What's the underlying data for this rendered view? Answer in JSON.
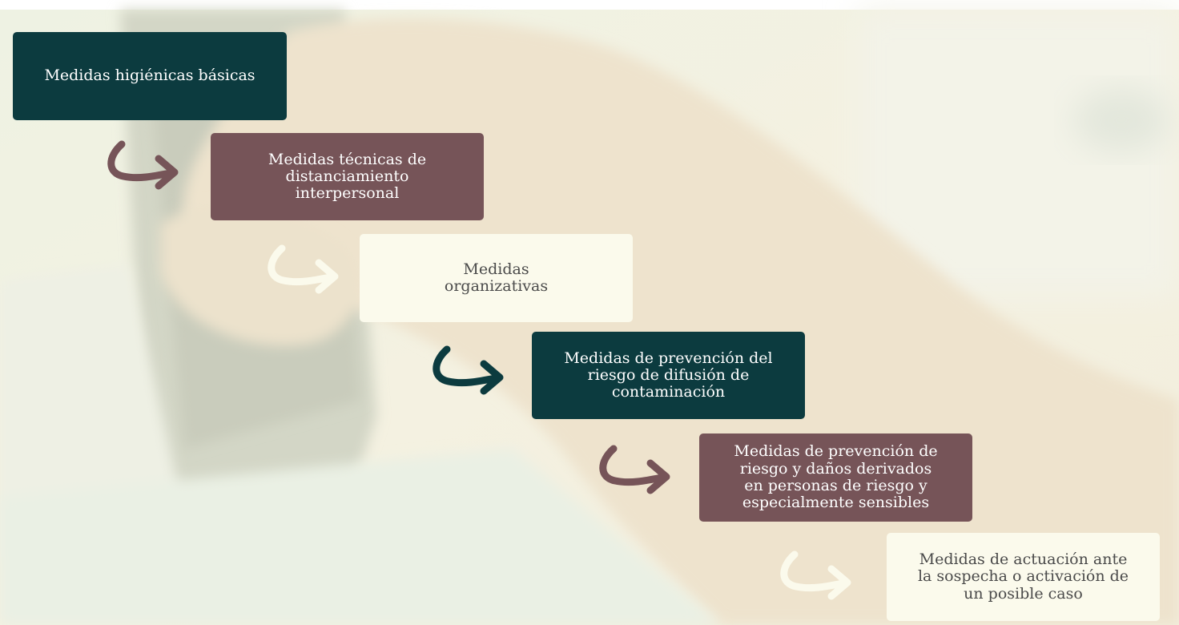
{
  "steps": [
    {
      "label": "Medidas higiénicas básicas",
      "color": "#0c3b3f"
    },
    {
      "label": "Medidas técnicas de\ndistanciamiento\ninterpersonal",
      "color": "#765458"
    },
    {
      "label": "Medidas\norganizativas",
      "color": "#fbfaec"
    },
    {
      "label": "Medidas de prevención del\nriesgo de difusión de\ncontaminación",
      "color": "#0c3b3f"
    },
    {
      "label": "Medidas de prevención de\nriesgo y daños derivados\nen personas de riesgo y\nespecialmente sensibles",
      "color": "#765458"
    },
    {
      "label": "Medidas de actuación ante\nla sospecha o activación de\nun posible caso",
      "color": "#fbfaec"
    }
  ],
  "arrows": [
    {
      "icon": "curved-arrow-icon",
      "color": "#765458"
    },
    {
      "icon": "curved-arrow-icon",
      "color": "#fbfaec"
    },
    {
      "icon": "curved-arrow-icon",
      "color": "#0c3b3f"
    },
    {
      "icon": "curved-arrow-icon",
      "color": "#765458"
    },
    {
      "icon": "curved-arrow-icon",
      "color": "#fbfaec"
    }
  ]
}
